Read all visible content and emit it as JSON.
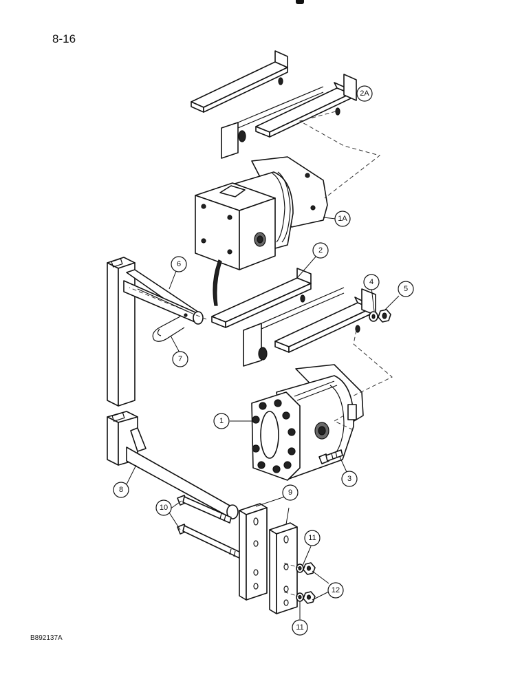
{
  "page_number": "8-16",
  "figure_code": "B892137A",
  "callouts": [
    "2A",
    "1A",
    "2",
    "6",
    "4",
    "5",
    "7",
    "1",
    "3",
    "8",
    "9",
    "10",
    "11",
    "12",
    "11"
  ]
}
